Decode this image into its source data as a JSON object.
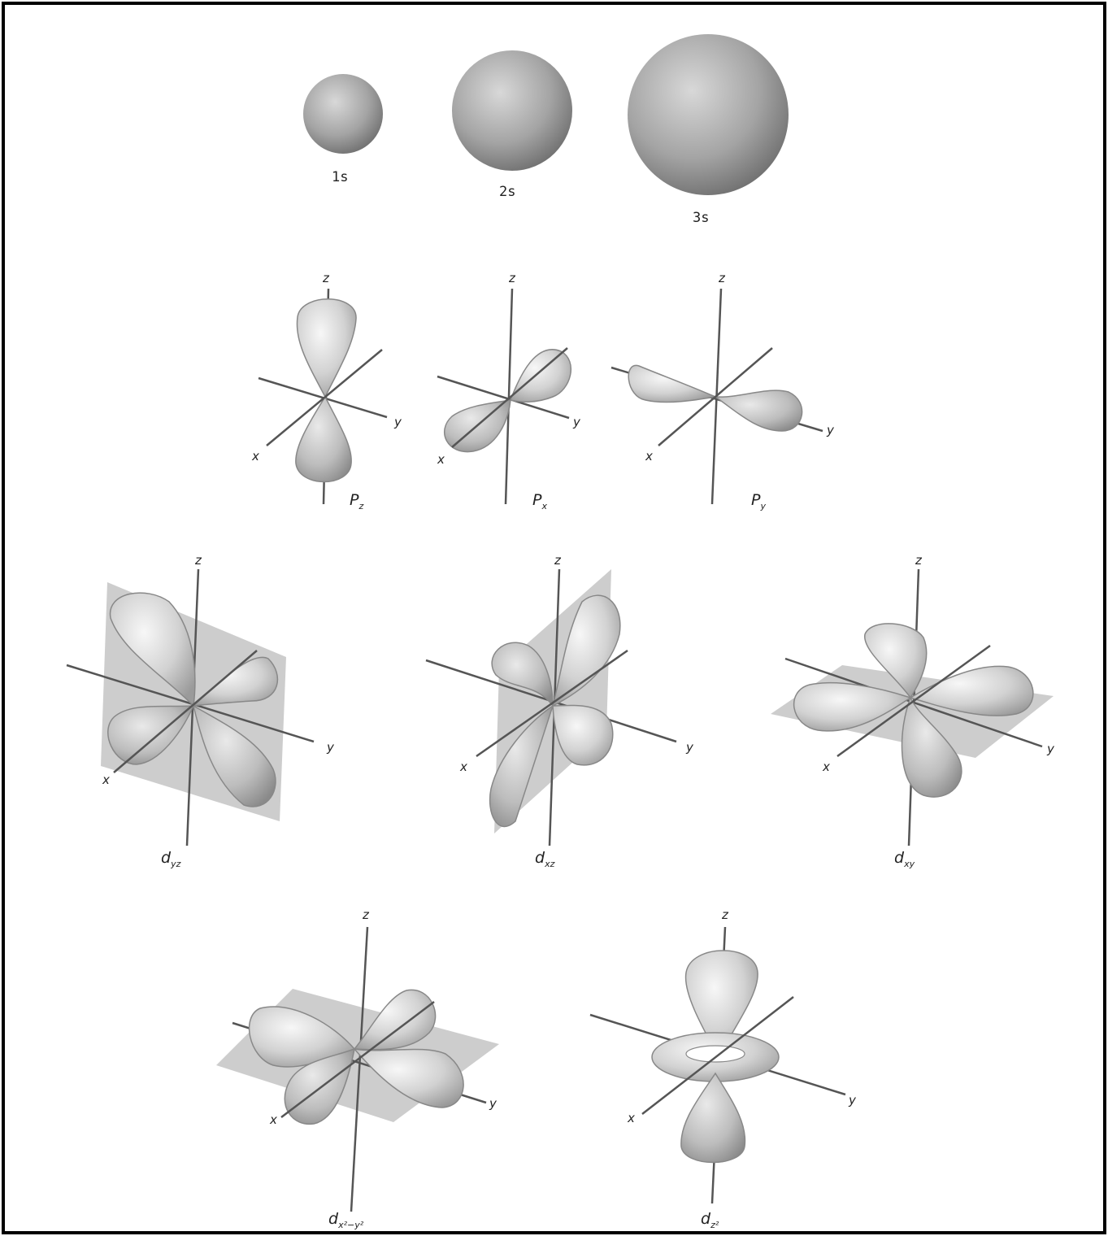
{
  "s_orbitals": [
    {
      "name": "1s"
    },
    {
      "name": "2s"
    },
    {
      "name": "3s"
    }
  ],
  "p_orbitals": [
    {
      "label_main": "P",
      "label_sub": "z"
    },
    {
      "label_main": "P",
      "label_sub": "x"
    },
    {
      "label_main": "P",
      "label_sub": "y"
    }
  ],
  "d_orbitals": [
    {
      "label_main": "d",
      "label_sub": "yz"
    },
    {
      "label_main": "d",
      "label_sub": "xz"
    },
    {
      "label_main": "d",
      "label_sub": "xy"
    },
    {
      "label_main": "d",
      "label_sub": "x²−y²"
    },
    {
      "label_main": "d",
      "label_sub": "z²"
    }
  ],
  "axes": {
    "x": "x",
    "y": "y",
    "z": "z"
  },
  "colors": {
    "orbital_light": "#e6e6e6",
    "orbital_dark": "#8c8c8c",
    "plane": "#c4c4c4",
    "axis": "#555555",
    "frame": "#000000"
  }
}
